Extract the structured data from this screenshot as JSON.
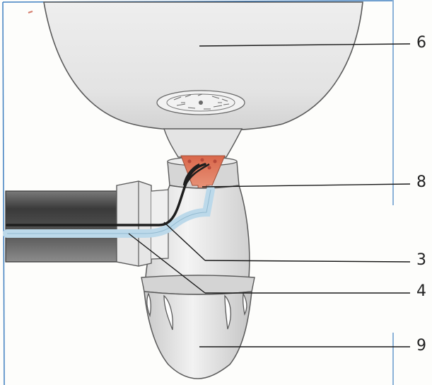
{
  "callouts": {
    "c6": "6",
    "c8": "8",
    "c3": "3",
    "c4": "4",
    "c9": "9"
  },
  "colors": {
    "paper": "#fdfdfb",
    "pencil": "#5a5a5a",
    "basin_shade": "#d9d9d9",
    "dark_pipe": "#3c3c3c",
    "light_pipe": "#bcd9ea",
    "copper": "#e08a6a",
    "edge_blue": "#3f7fc0"
  }
}
